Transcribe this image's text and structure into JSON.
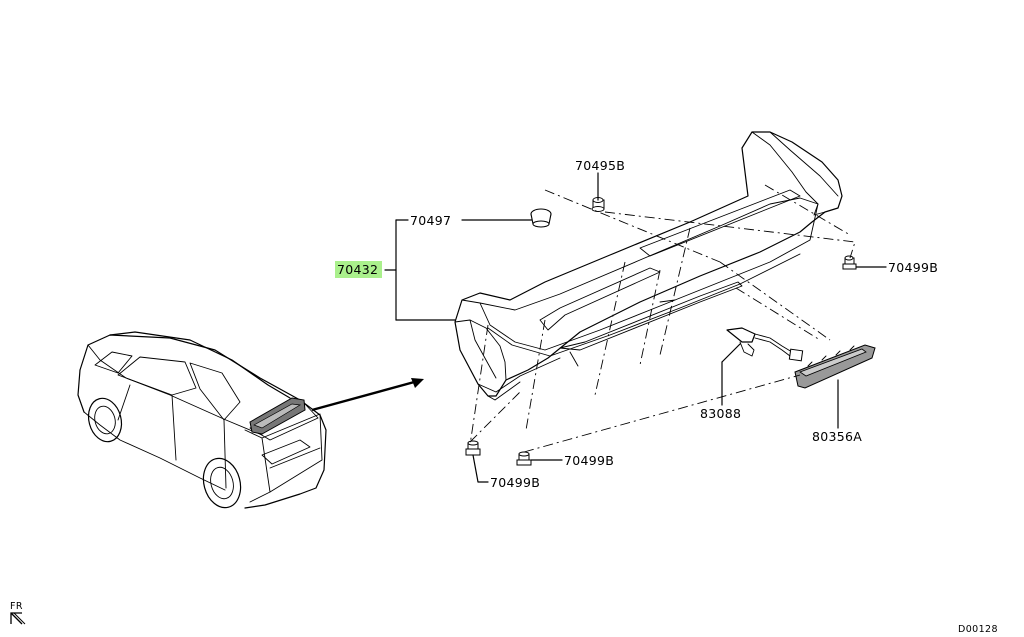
{
  "parts": {
    "spoiler": "70432",
    "cap": "70497",
    "nut_top": "70495B",
    "clip_right": "70499B",
    "clip_bottom_center": "70499B",
    "clip_bottom_left": "70499B",
    "harness": "83088",
    "stop_lamp": "80356A"
  },
  "colors": {
    "highlight": "#aaf08c",
    "ink": "#000000"
  },
  "orientation": {
    "label": "FR"
  },
  "footer": {
    "diagram_code": "D00128"
  }
}
